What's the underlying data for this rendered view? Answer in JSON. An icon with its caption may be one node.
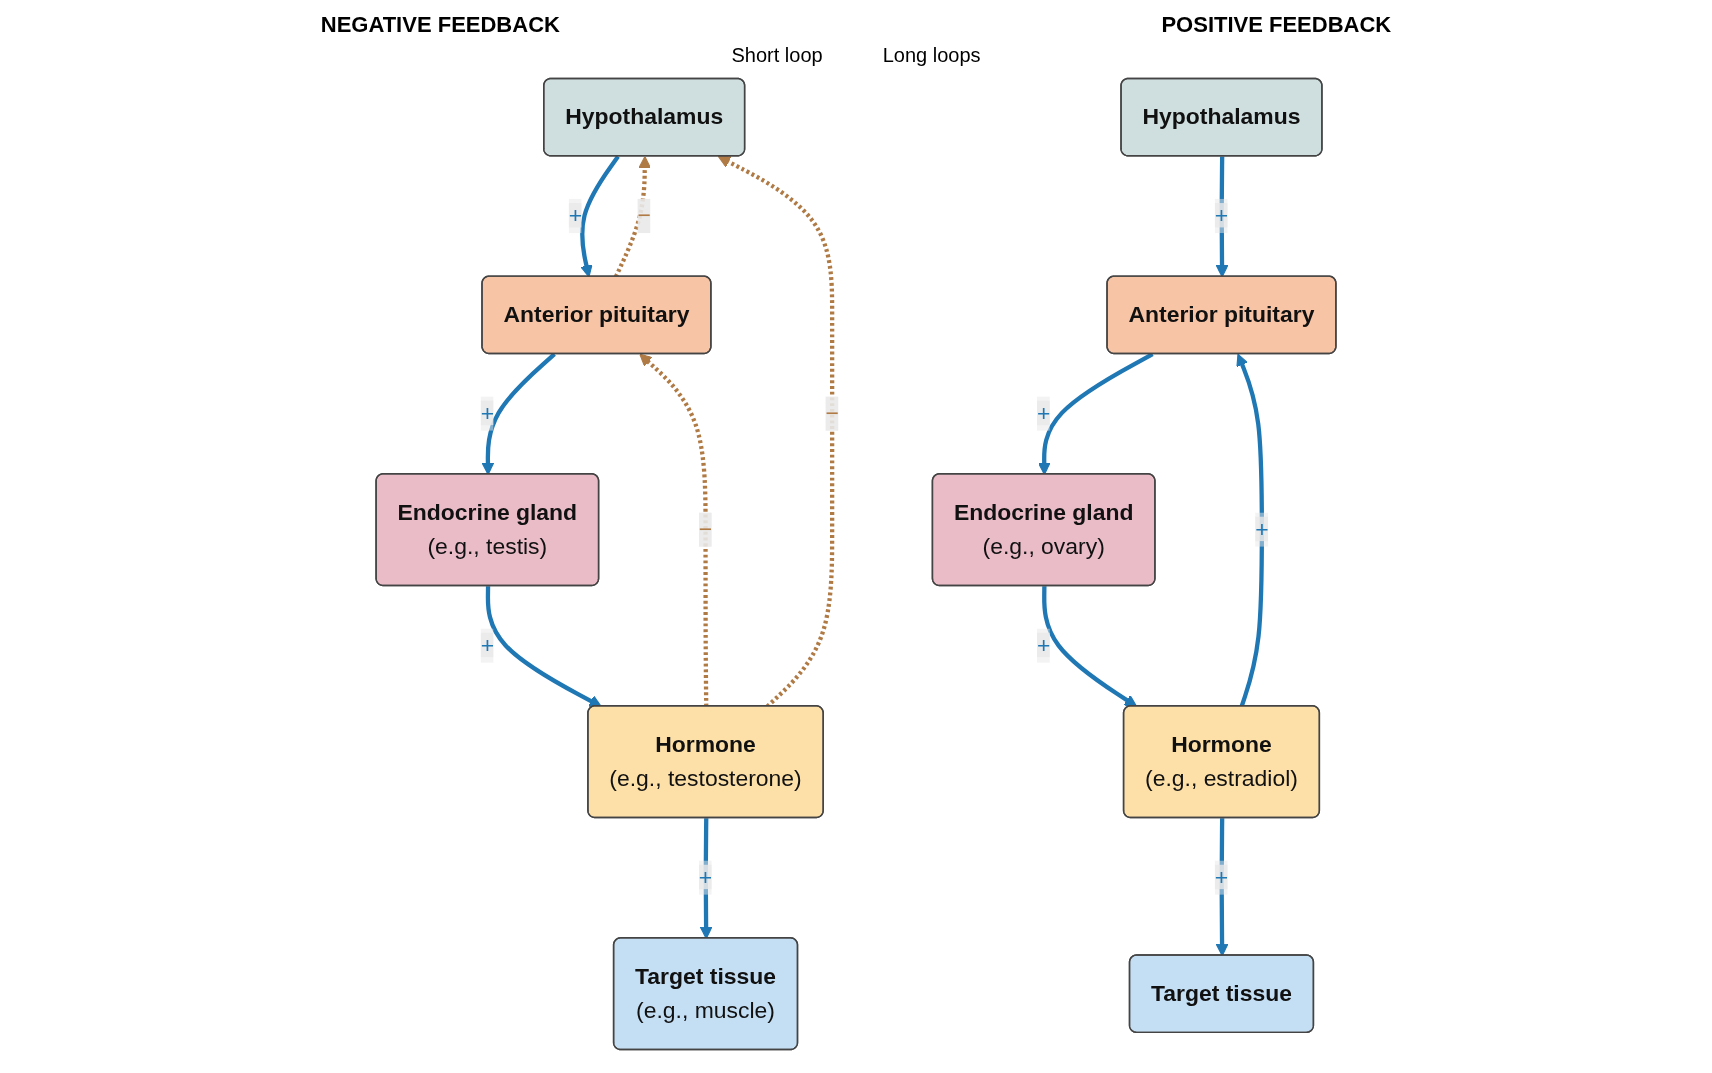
{
  "diagram": {
    "nodes": [
      {
        "text": [
          "Hypothalamus"
        ]
      },
      {
        "text": [
          "Anterior pituitary"
        ]
      },
      {
        "text": [
          "Endocrine gland",
          "(e.g., testis)"
        ]
      },
      {
        "text": [
          "Hormone",
          "(e.g., testosterone)"
        ]
      },
      {
        "text": [
          "Target tissue",
          "(e.g., muscle)"
        ]
      },
      {
        "text": [
          "Hypothalamus"
        ]
      },
      {
        "text": [
          "Anterior pituitary"
        ]
      },
      {
        "text": [
          "Endocrine gland",
          "(e.g., ovary)"
        ]
      },
      {
        "text": [
          "Hormone",
          "(e.g., estradiol)"
        ]
      },
      {
        "text": [
          "Target tissue"
        ]
      }
    ],
    "edges": [
      {
        "from": 0,
        "to": 1,
        "arrow": "to",
        "label": "+"
      },
      {
        "from": 1,
        "to": 2,
        "arrow": "to",
        "label": "+"
      },
      {
        "from": 2,
        "to": 3,
        "arrow": "to",
        "label": "+"
      },
      {
        "from": 3,
        "to": 4,
        "arrow": "to",
        "label": "+"
      },
      {
        "from": 1,
        "to": 0,
        "arrow": "to",
        "label": "−",
        "style": "dashed",
        "color": "#b07a45"
      },
      {
        "from": 3,
        "to": 1,
        "arrow": "to",
        "label": "−",
        "style": "dashed",
        "color": "#b07a45"
      },
      {
        "from": 3,
        "to": 0,
        "arrow": "to",
        "label": "−",
        "style": "dashed",
        "color": "#b07a45"
      },
      {
        "from": 5,
        "to": 6,
        "arrow": "to",
        "label": "+"
      },
      {
        "from": 6,
        "to": 7,
        "arrow": "to",
        "label": "+"
      },
      {
        "from": 7,
        "to": 8,
        "arrow": "to",
        "label": "+"
      },
      {
        "from": 8,
        "to": 9,
        "arrow": "to",
        "label": "+"
      },
      {
        "from": 8,
        "to": 6,
        "arrow": "to",
        "label": "+"
      }
    ],
    "labels": [
      "NEGATIVE FEEDBACK",
      "POSITIVE FEEDBACK",
      "Short loop",
      "Long loops"
    ]
  }
}
